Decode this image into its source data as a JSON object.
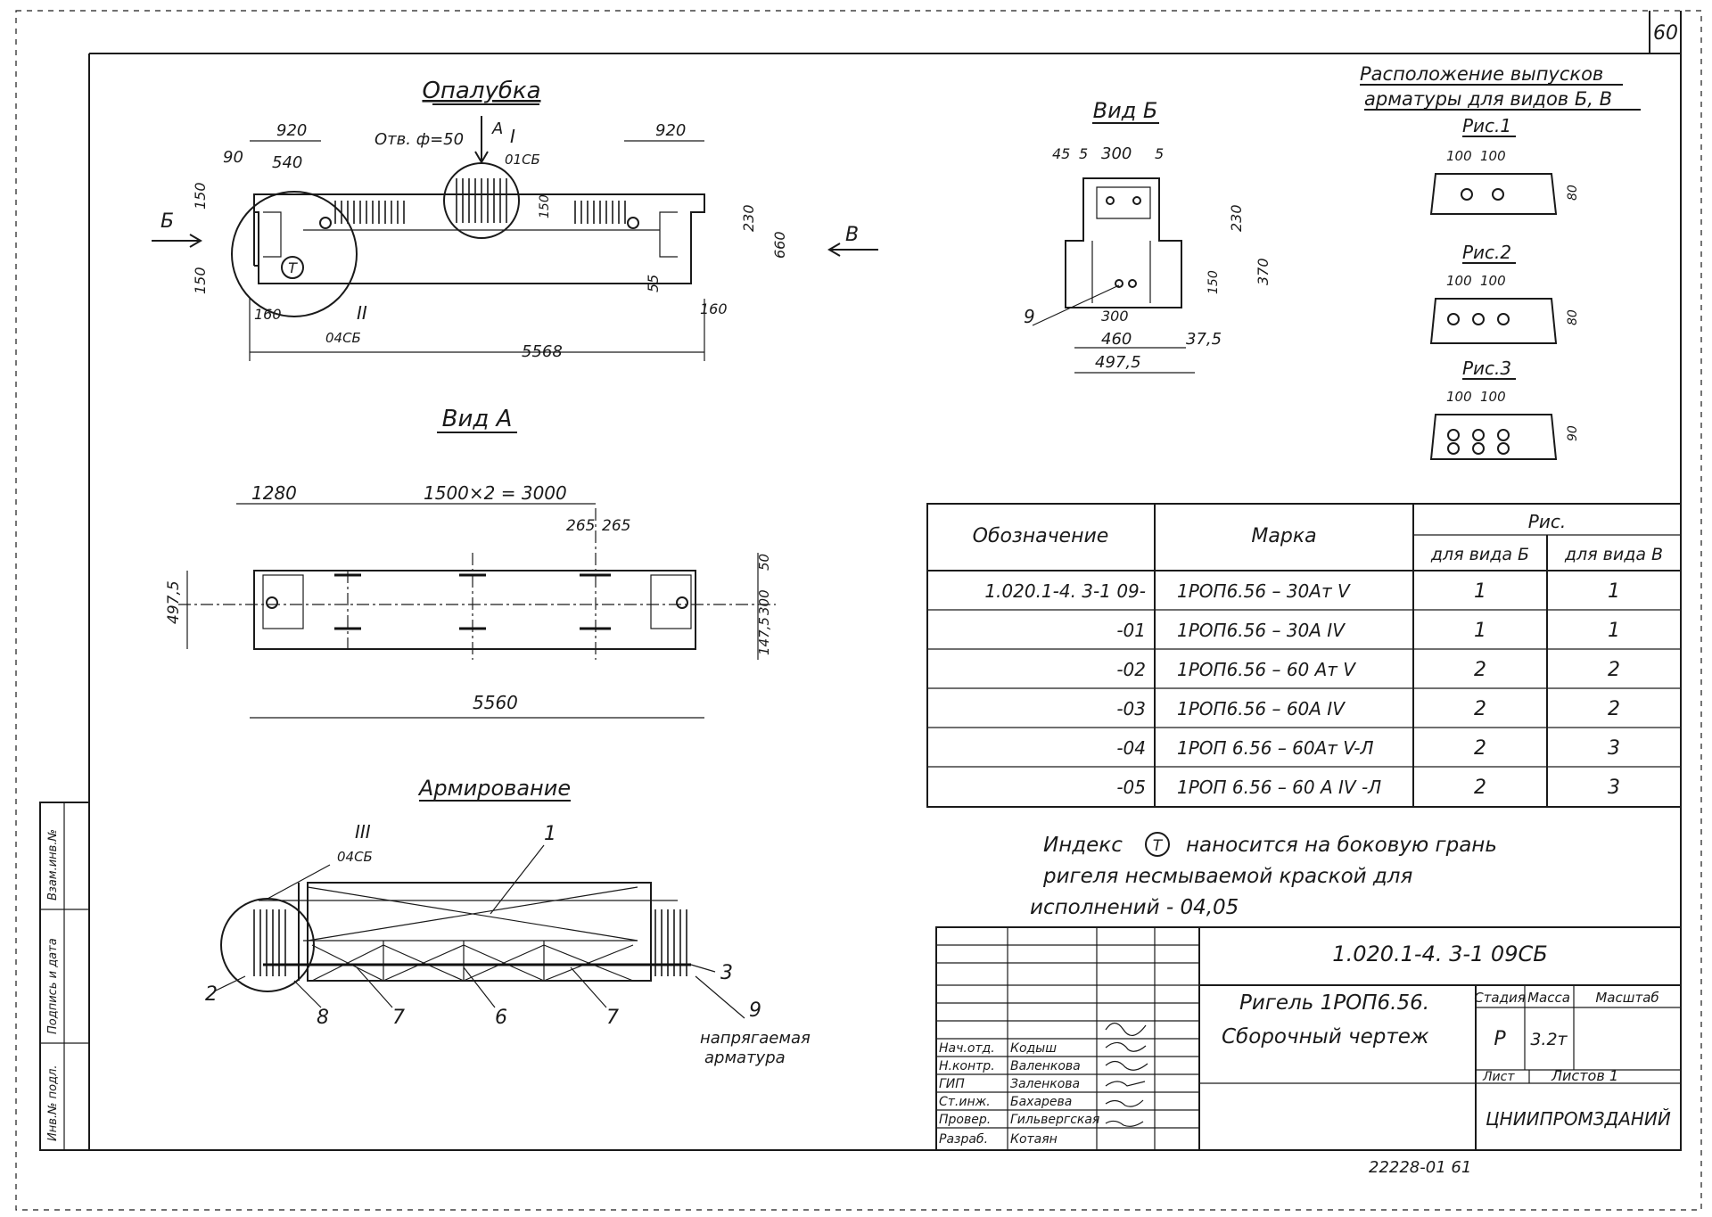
{
  "sheet_number": "60",
  "bottom_number": "22228-01 61",
  "views": {
    "formwork_title": "Опалубка",
    "view_a_title": "Вид А",
    "view_b_title": "Вид Б",
    "reinforcement_title": "Армирование",
    "releases_title_1": "Расположение выпусков",
    "releases_title_2": "арматуры для видов Б, В",
    "fig1": "Рис.1",
    "fig2": "Рис.2",
    "fig3": "Рис.3"
  },
  "formwork": {
    "dims": [
      "920",
      "90",
      "540",
      "920",
      "150",
      "150",
      "230",
      "660",
      "55",
      "160",
      "160",
      "5568",
      "150"
    ],
    "hole_note": "Отв. ф=50",
    "arrow_a": "А",
    "arrow_b": "Б",
    "arrow_v": "В",
    "node_i_num": "I",
    "node_i_ref": "01СБ",
    "node_ii_num": "II",
    "node_ii_ref": "04СБ",
    "index_mark": "Т"
  },
  "view_a": {
    "dims": [
      "1280",
      "1500×2 = 3000",
      "265",
      "265",
      "497,5",
      "50",
      "300",
      "147,5",
      "5560"
    ]
  },
  "view_b": {
    "dims": [
      "45",
      "5",
      "300",
      "5",
      "230",
      "370",
      "150",
      "300",
      "460",
      "37,5",
      "497,5"
    ],
    "callout": "9"
  },
  "figures": {
    "f1_dims": [
      "100",
      "100",
      "80"
    ],
    "f2_dims": [
      "100",
      "100",
      "80"
    ],
    "f3_dims": [
      "100",
      "100",
      "90"
    ]
  },
  "reinforcement": {
    "node_iii_num": "III",
    "node_iii_ref": "04СБ",
    "callouts": [
      "1",
      "2",
      "3",
      "8",
      "7",
      "6",
      "7",
      "9"
    ],
    "tendon_note_1": "напрягаемая",
    "tendon_note_2": "арматура"
  },
  "table": {
    "header_designation": "Обозначение",
    "header_mark": "Марка",
    "header_fig": "Рис.",
    "header_view_b": "для вида Б",
    "header_view_v": "для вида В",
    "rows": [
      {
        "designation": "1.020.1-4. 3-1 09-",
        "mark": "1РОП6.56 – 30Ат V",
        "view_b": "1",
        "view_v": "1"
      },
      {
        "designation": "-01",
        "mark": "1РОП6.56 – 30А IV",
        "view_b": "1",
        "view_v": "1"
      },
      {
        "designation": "-02",
        "mark": "1РОП6.56 – 60 Ат V",
        "view_b": "2",
        "view_v": "2"
      },
      {
        "designation": "-03",
        "mark": "1РОП6.56 – 60А IV",
        "view_b": "2",
        "view_v": "2"
      },
      {
        "designation": "-04",
        "mark": "1РОП 6.56 – 60Ат V-Л",
        "view_b": "2",
        "view_v": "3"
      },
      {
        "designation": "-05",
        "mark": "1РОП 6.56 – 60 А IV -Л",
        "view_b": "2",
        "view_v": "3"
      }
    ]
  },
  "note": {
    "line1a": "Индекс",
    "line1_index": "Т",
    "line1b": "наносится на боковую грань",
    "line2": "ригеля несмываемой краской для",
    "line3": "исполнений - 04,05"
  },
  "title_block": {
    "code": "1.020.1-4. 3-1 09СБ",
    "name_1": "Ригель 1РОП6.56.",
    "name_2": "Сборочный чертеж",
    "stage_label": "Стадия",
    "mass_label": "Масса",
    "scale_label": "Масштаб",
    "stage": "Р",
    "mass": "3.2т",
    "sheet_label": "Лист",
    "sheets_label": "Листов 1",
    "org": "ЦНИИПРОМЗДАНИЙ",
    "people": [
      {
        "role": "Нач.отд.",
        "name": "Кодыш"
      },
      {
        "role": "Н.контр.",
        "name": "Валенкова"
      },
      {
        "role": "ГИП",
        "name": "Заленкова"
      },
      {
        "role": "Ст.инж.",
        "name": "Бахарева"
      },
      {
        "role": "Провер.",
        "name": "Гильвергская"
      },
      {
        "role": "Разраб.",
        "name": "Котаян"
      }
    ]
  },
  "side_stamp": {
    "labels": [
      "Инв.№ подл.",
      "Подпись и дата",
      "Взам.инв.№"
    ]
  }
}
